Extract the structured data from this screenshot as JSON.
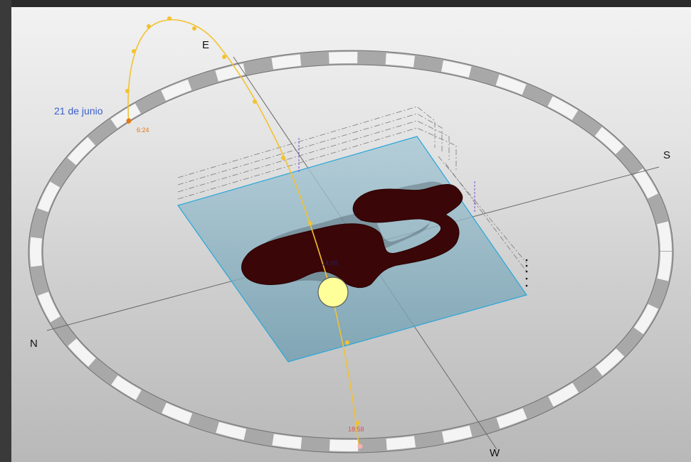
{
  "compass": {
    "north": "N",
    "south": "S",
    "east": "E",
    "west": "W"
  },
  "sun_path": {
    "date_label": "21 de junio",
    "sunrise_time": "6:24",
    "noon_time": "14:00",
    "sunset_time": "18:58"
  },
  "colors": {
    "sun_path": "#f2c230",
    "date_label": "#3a5fcc",
    "sunrise_time": "#e07a1a",
    "sunset_time": "#e05050",
    "noon_time": "#1a237e",
    "plane": "#7fb3c9",
    "building": "#3b0607"
  }
}
